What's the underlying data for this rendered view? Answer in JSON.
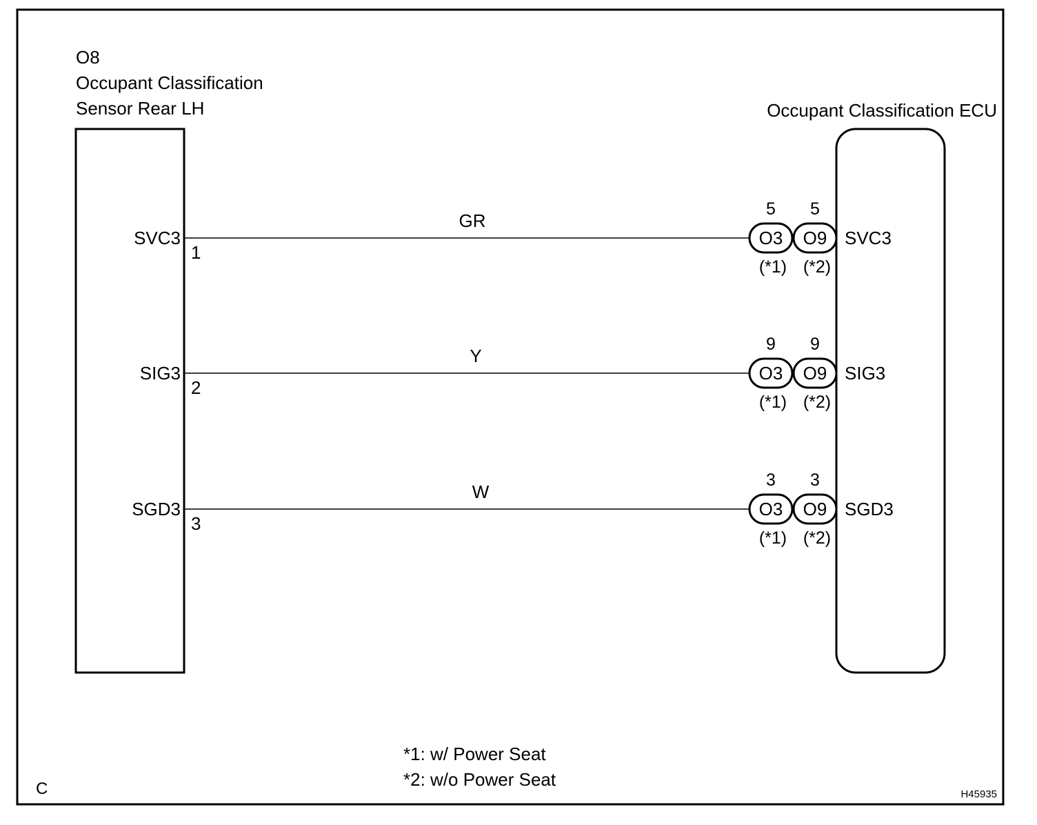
{
  "corner_label": "C",
  "figure_id": "H45935",
  "sensor": {
    "code": "O8",
    "name_line1": "Occupant Classification",
    "name_line2": "Sensor Rear LH"
  },
  "ecu": {
    "name": "Occupant Classification ECU"
  },
  "wires": [
    {
      "signal": "SVC3",
      "pin": "1",
      "color": "GR",
      "ecu_signal": "SVC3",
      "connectors": [
        {
          "pin": "5",
          "code": "O3",
          "note": "(*1)"
        },
        {
          "pin": "5",
          "code": "O9",
          "note": "(*2)"
        }
      ]
    },
    {
      "signal": "SIG3",
      "pin": "2",
      "color": "Y",
      "ecu_signal": "SIG3",
      "connectors": [
        {
          "pin": "9",
          "code": "O3",
          "note": "(*1)"
        },
        {
          "pin": "9",
          "code": "O9",
          "note": "(*2)"
        }
      ]
    },
    {
      "signal": "SGD3",
      "pin": "3",
      "color": "W",
      "ecu_signal": "SGD3",
      "connectors": [
        {
          "pin": "3",
          "code": "O3",
          "note": "(*1)"
        },
        {
          "pin": "3",
          "code": "O9",
          "note": "(*2)"
        }
      ]
    }
  ],
  "footnotes": [
    "*1: w/ Power Seat",
    "*2: w/o Power Seat"
  ]
}
